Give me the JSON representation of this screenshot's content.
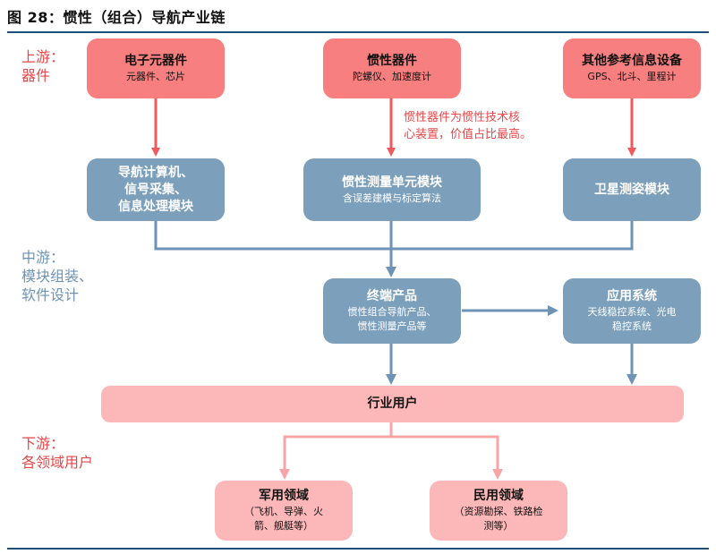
{
  "title": "图 28：惯性（组合）导航产业链",
  "stages": {
    "upstream": [
      "上游：",
      "器件"
    ],
    "midstream": [
      "中游：",
      "模块组装、",
      "软件设计"
    ],
    "downstream": [
      "下游：",
      "各领域用户"
    ]
  },
  "upstream_boxes": [
    {
      "title": "电子元器件",
      "sub": "元器件、芯片"
    },
    {
      "title": "惯性器件",
      "sub": "陀螺仪、加速度计"
    },
    {
      "title": "其他参考信息设备",
      "sub": "GPS、北斗、里程计"
    }
  ],
  "annotation": [
    "惯性器件为惯性技术核",
    "心装置，价值占比最高。"
  ],
  "mid_boxes": [
    {
      "title_lines": [
        "导航计算机、",
        "信号采集、",
        "信息处理模块"
      ]
    },
    {
      "title_lines": [
        "惯性测量单元模块"
      ],
      "sub": "含误差建模与标定算法"
    },
    {
      "title_lines": [
        "卫星测姿模块"
      ]
    }
  ],
  "terminal_box": {
    "title": "终端产品",
    "sub_lines": [
      "惯性组合导航产品、",
      "惯性测量产品等"
    ]
  },
  "application_box": {
    "title": "应用系统",
    "sub_lines": [
      "天线稳控系统、光电",
      "稳控系统"
    ]
  },
  "industry_bar": "行业用户",
  "downstream_boxes": [
    {
      "title": "军用领域",
      "sub_lines": [
        "（飞机、导弹、火",
        "箭、舰艇等）"
      ]
    },
    {
      "title": "民用领域",
      "sub_lines": [
        "（资源勘探、铁路检",
        "测等）"
      ]
    }
  ],
  "colors": {
    "upstream_red": "#f87f7f",
    "mid_blue": "#7ca0bc",
    "down_pink": "#fcb8b9",
    "arrow_red": "#f05a5c",
    "arrow_blue": "#6e93b4",
    "arrow_pink": "#f7a5a6",
    "rule_navy": "#1f4e79"
  }
}
